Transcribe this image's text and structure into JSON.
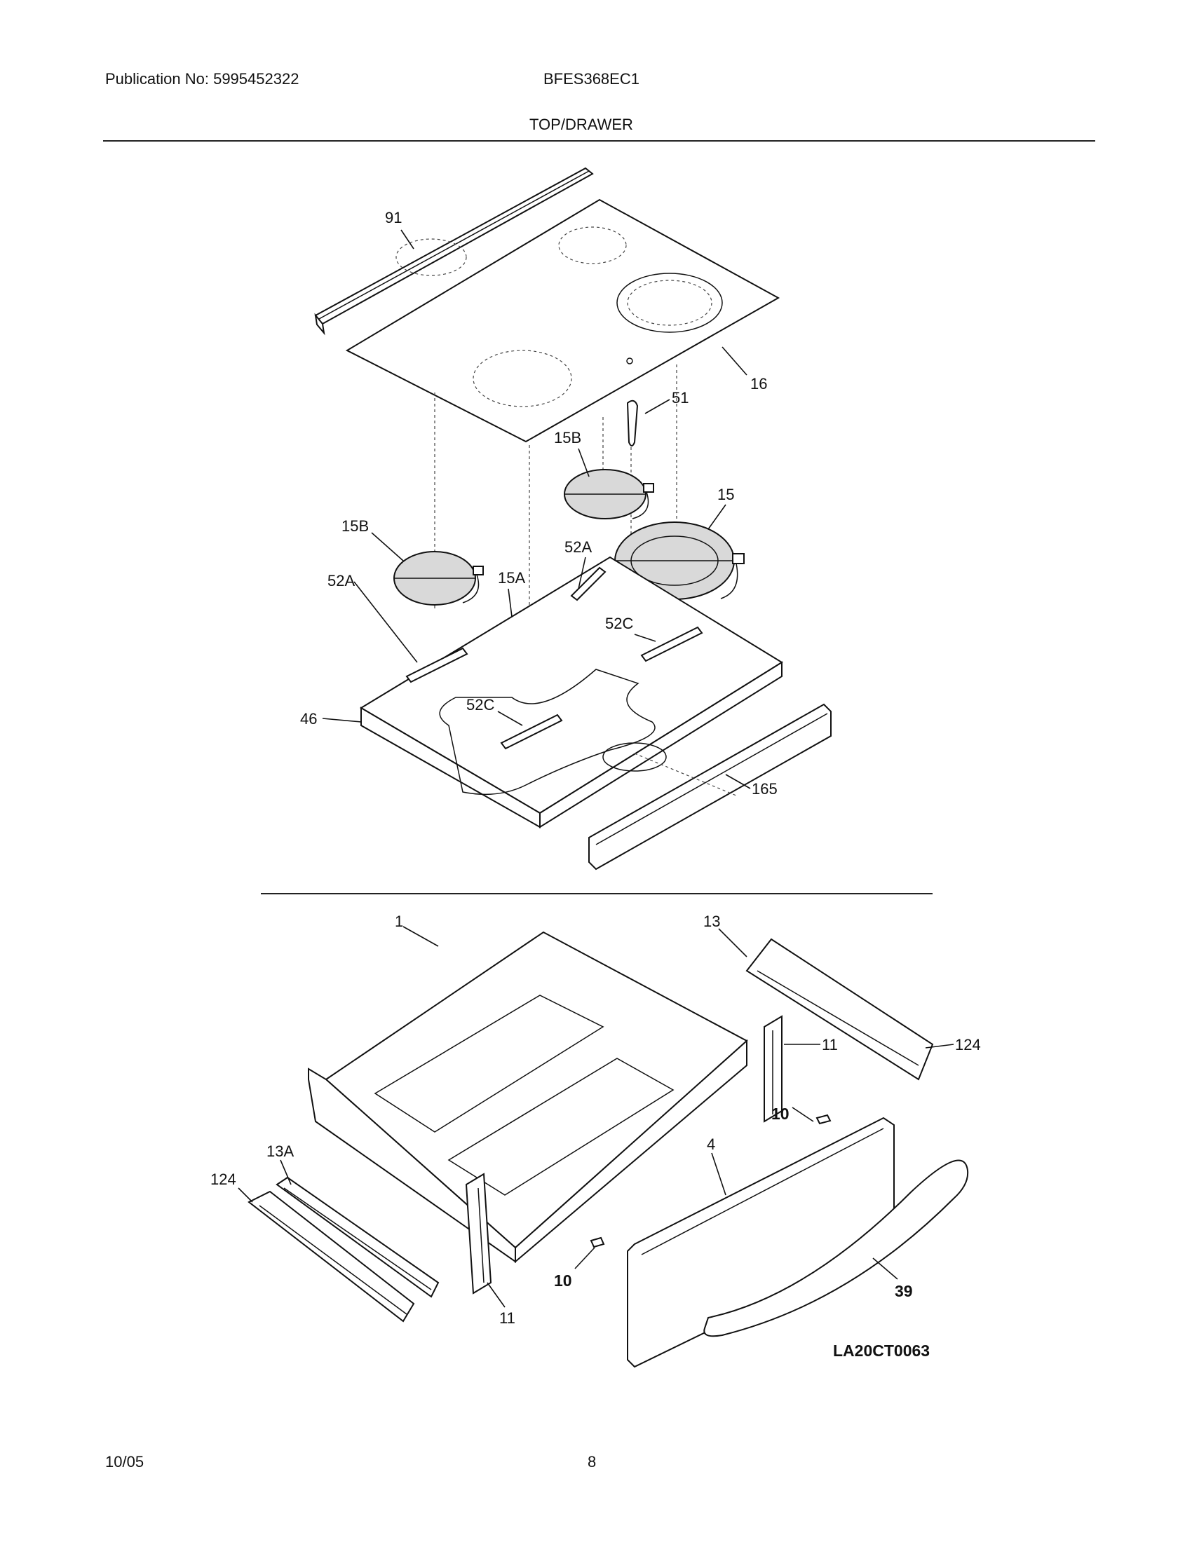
{
  "header": {
    "publication": "Publication No: 5995452322",
    "model": "BFES368EC1",
    "section_title": "TOP/DRAWER"
  },
  "footer": {
    "date": "10/05",
    "page_number": "8"
  },
  "diagram_id": "LA20CT0063",
  "callouts": {
    "c91": "91",
    "c16": "16",
    "c51": "51",
    "c15B_top": "15B",
    "c15": "15",
    "c15B_left": "15B",
    "c52A_right": "52A",
    "c52A_left": "52A",
    "c15A": "15A",
    "c52C_right": "52C",
    "c52C_left": "52C",
    "c46": "46",
    "c165": "165",
    "c13": "13",
    "c1": "1",
    "c124_right": "124",
    "c11_right": "11",
    "c10_right": "10",
    "c4": "4",
    "c13A": "13A",
    "c124_left": "124",
    "c10_left": "10",
    "c39": "39",
    "c11_left": "11"
  }
}
